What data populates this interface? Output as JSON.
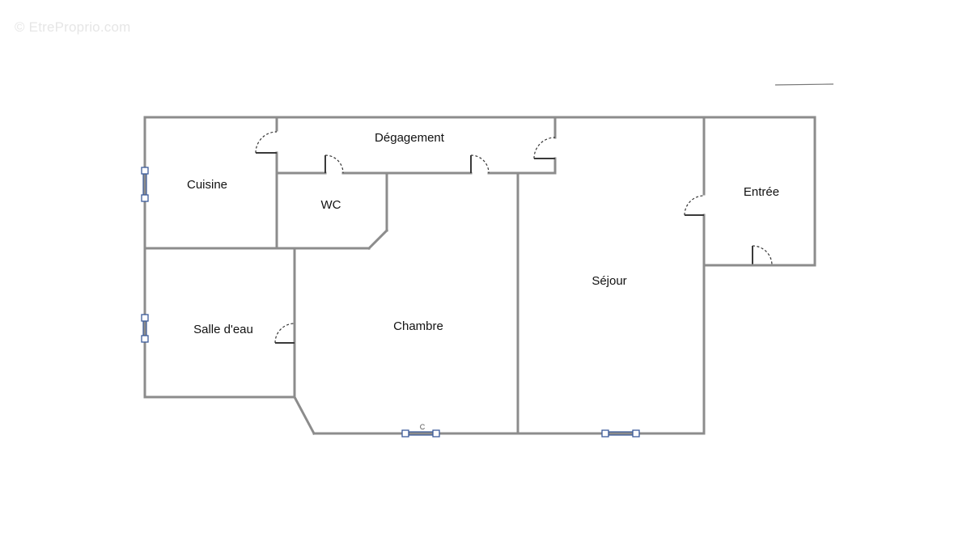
{
  "watermark": "© EtreProprio.com",
  "rooms": {
    "degagement": "Dégagement",
    "cuisine": "Cuisine",
    "wc": "WC",
    "entree": "Entrée",
    "sejour": "Séjour",
    "salle_deau": "Salle d'eau",
    "chambre": "Chambre"
  },
  "window_mark": "C",
  "colors": {
    "wall": "#8c8c8c",
    "window": "#3b5b9a"
  }
}
